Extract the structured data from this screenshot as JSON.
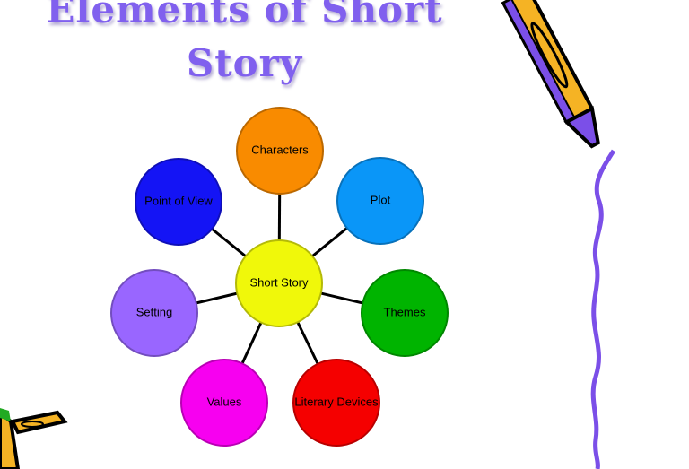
{
  "title": {
    "line1": "Elements of Short",
    "line2": "Story",
    "color": "#8060ee"
  },
  "diagram": {
    "center": {
      "label": "Short Story",
      "color": "#f0f80a"
    },
    "nodes": [
      {
        "label": "Characters",
        "color": "#f98b00"
      },
      {
        "label": "Plot",
        "color": "#0a96f8"
      },
      {
        "label": "Themes",
        "color": "#00b400"
      },
      {
        "label": "Literary Devices",
        "color": "#f50000"
      },
      {
        "label": "Values",
        "color": "#f700f0"
      },
      {
        "label": "Setting",
        "color": "#9966ff"
      },
      {
        "label": "Point of View",
        "color": "#1414f5"
      }
    ]
  },
  "decorations": {
    "top_right": "pencil-icon",
    "bottom_left": "pencil-icon",
    "border": "wavy-line",
    "border_color": "#7b4fe8"
  }
}
